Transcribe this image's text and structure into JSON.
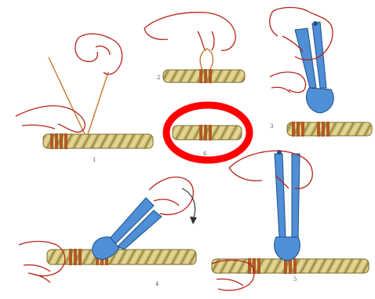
{
  "steps": [
    {
      "number": "1"
    },
    {
      "number": "2"
    },
    {
      "number": "3"
    },
    {
      "number": "4"
    },
    {
      "number": "5"
    },
    {
      "number": "6"
    }
  ],
  "colors": {
    "rope": "#d9cc86",
    "rope_dark": "#a5944a",
    "wire": "#b05a26",
    "hand_outline": "#b5231a",
    "pliers": "#4f8fd6",
    "highlight": "#ff0000"
  },
  "icons": [
    "hand-icon",
    "pliers-icon",
    "rope-icon",
    "highlight-circle"
  ]
}
